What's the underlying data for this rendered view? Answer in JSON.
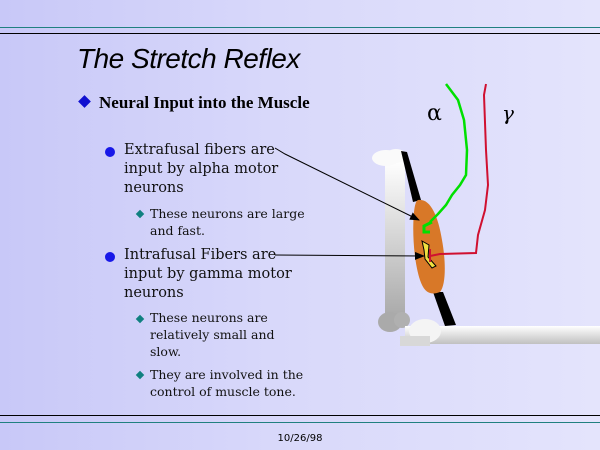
{
  "slide": {
    "title": "The Stretch Reflex",
    "bullets": [
      {
        "text": "Neural Input into the Muscle",
        "children": [
          {
            "text": "Extrafusal fibers are input by alpha motor neurons",
            "lines": [
              "Extrafusal fibers are",
              "input by alpha motor",
              "neurons"
            ],
            "children": [
              {
                "text": "These neurons are large and fast.",
                "lines": [
                  "These neurons are large",
                  "and fast."
                ]
              }
            ]
          },
          {
            "text": "Intrafusal Fibers are input by gamma motor neurons",
            "lines": [
              "Intrafusal Fibers are",
              "input by gamma motor",
              "neurons"
            ],
            "children": [
              {
                "text": "These neurons are relatively small and slow.",
                "lines": [
                  "These neurons are",
                  "relatively small and",
                  "slow."
                ]
              },
              {
                "text": "They are involved in the control of muscle tone.",
                "lines": [
                  "They are involved in the",
                  "control of muscle tone."
                ]
              }
            ]
          }
        ]
      }
    ],
    "footer_date": "10/26/98"
  },
  "diagram": {
    "alpha_label": "α",
    "gamma_label": "γ",
    "alpha_neuron_color": "#00e000",
    "gamma_neuron_color": "#d01030",
    "muscle_color": "#d87828",
    "spindle_color": "#f0e040",
    "tendon_color": "#000000"
  },
  "colors": {
    "rule_teal": "#208080",
    "rule_black": "#000000",
    "bullet_level1": "#1010d0",
    "bullet_level2": "#1818e8",
    "bullet_level3": "#108080"
  }
}
